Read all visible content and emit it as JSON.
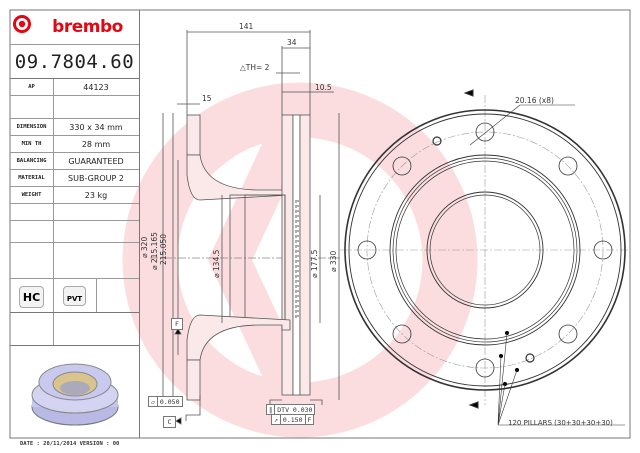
{
  "brand": {
    "name": "brembo",
    "color": "#e30613"
  },
  "part_number": "09.7804.60",
  "specs": [
    {
      "key": "AP",
      "value": "44123"
    },
    {
      "key": "",
      "value": ""
    },
    {
      "key": "DIMENSION",
      "value": "330 x 34 mm"
    },
    {
      "key": "MIN TH",
      "value": "28 mm"
    },
    {
      "key": "BALANCING",
      "value": "GUARANTEED"
    },
    {
      "key": "MATERIAL",
      "value": "SUB-GROUP 2"
    },
    {
      "key": "WEIGHT",
      "value": "23 kg"
    }
  ],
  "badges": {
    "hc": "HC",
    "pvt": "PVT"
  },
  "footer": {
    "date_label": "DATE : 20/11/2014 VERSION : 00"
  },
  "drawing": {
    "dims": {
      "overall_height": "141",
      "disc_thickness": "34",
      "delta_th": "△TH= 2",
      "vane_gap": "10.5",
      "flange_thickness": "15",
      "diameter_outer_side": "⌀ 330",
      "hub_diameter": "⌀ 134.5",
      "inner_diameter": "⌀ 177.5",
      "outer_diameter": "⌀ 320",
      "pilot_max": "⌀ 215.165",
      "pilot_min": "215.050",
      "bolt_holes": "20.16 (x8)",
      "pillars": "120 PILLARS (30+30+30+30)"
    },
    "tolerances": {
      "flatness": "0.050",
      "datum_c": "C",
      "datum_f": "F",
      "dtv": "DTV 0.030",
      "runout": "0.150",
      "runout_datum": "F"
    }
  }
}
